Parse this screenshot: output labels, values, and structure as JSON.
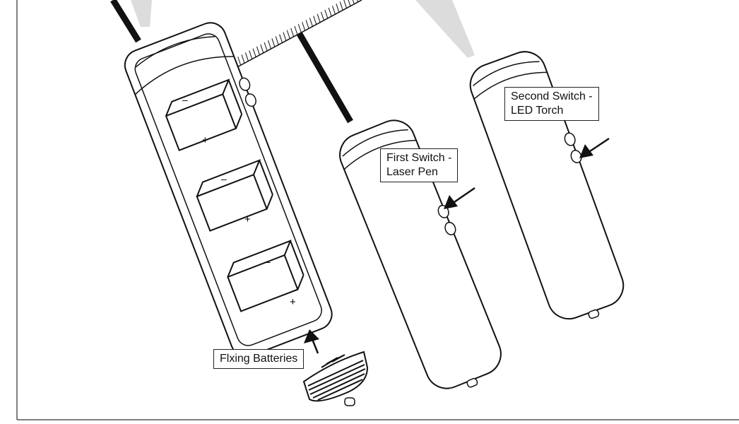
{
  "labels": {
    "first_switch": {
      "line1": "First Switch -",
      "line2": "Laser Pen"
    },
    "second_switch": {
      "line1": "Second Switch -",
      "line2": "LED Torch"
    },
    "fixing_batteries": "Flxing Batteries"
  },
  "battery_signs": {
    "minus": "–",
    "plus": "+"
  },
  "colors": {
    "line": "#111111",
    "beam": "#d9d9d9",
    "background": "#ffffff"
  }
}
